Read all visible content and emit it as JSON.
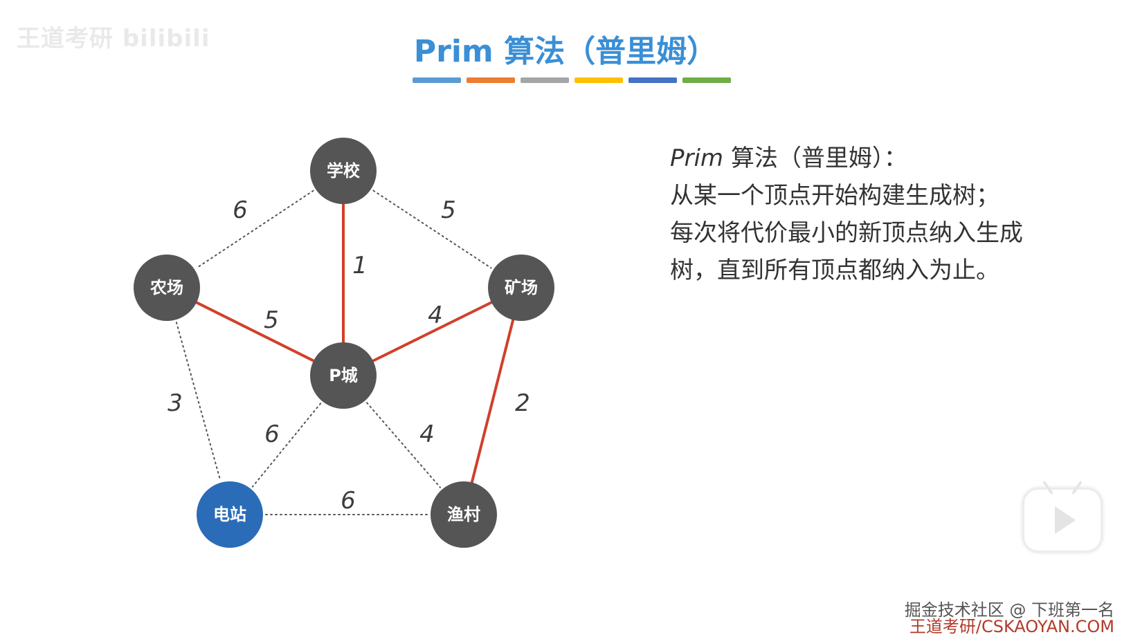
{
  "watermark_top_left": "王道考研 bilibili",
  "title": "Prim 算法（普里姆）",
  "title_bar_colors": [
    "#5b9bd5",
    "#ed7d31",
    "#a5a5a5",
    "#ffc000",
    "#4472c4",
    "#70ad47"
  ],
  "graph": {
    "nodes": [
      {
        "id": "school",
        "label": "学校",
        "color": "#555555"
      },
      {
        "id": "farm",
        "label": "农场",
        "color": "#555555"
      },
      {
        "id": "mine",
        "label": "矿场",
        "color": "#555555"
      },
      {
        "id": "pcity",
        "label": "P城",
        "color": "#555555"
      },
      {
        "id": "station",
        "label": "电站",
        "color": "#2b6cb8"
      },
      {
        "id": "village",
        "label": "渔村",
        "color": "#555555"
      }
    ],
    "edges": [
      {
        "from": "school",
        "to": "farm",
        "weight": "6",
        "style": "dotted"
      },
      {
        "from": "school",
        "to": "mine",
        "weight": "5",
        "style": "dotted"
      },
      {
        "from": "school",
        "to": "pcity",
        "weight": "1",
        "style": "solid-red"
      },
      {
        "from": "farm",
        "to": "pcity",
        "weight": "5",
        "style": "solid-red"
      },
      {
        "from": "mine",
        "to": "pcity",
        "weight": "4",
        "style": "solid-red"
      },
      {
        "from": "farm",
        "to": "station",
        "weight": "3",
        "style": "dotted"
      },
      {
        "from": "mine",
        "to": "village",
        "weight": "2",
        "style": "solid-red"
      },
      {
        "from": "pcity",
        "to": "station",
        "weight": "6",
        "style": "dotted"
      },
      {
        "from": "pcity",
        "to": "village",
        "weight": "4",
        "style": "dotted"
      },
      {
        "from": "station",
        "to": "village",
        "weight": "6",
        "style": "dotted"
      }
    ],
    "edge_colors": {
      "dotted": "#555555",
      "solid-red": "#d0402b"
    }
  },
  "description": {
    "line1_italic": "Prim",
    "line1_rest": " 算法（普里姆）：",
    "line2": "从某一个顶点开始构建生成树；",
    "line3": "每次将代价最小的新顶点纳入生成",
    "line4": "树，直到所有顶点都纳入为止。"
  },
  "watermark_bottom_1": "掘金技术社区 @ 下班第一名",
  "watermark_bottom_2": "王道考研/CSKAOYAN.COM"
}
